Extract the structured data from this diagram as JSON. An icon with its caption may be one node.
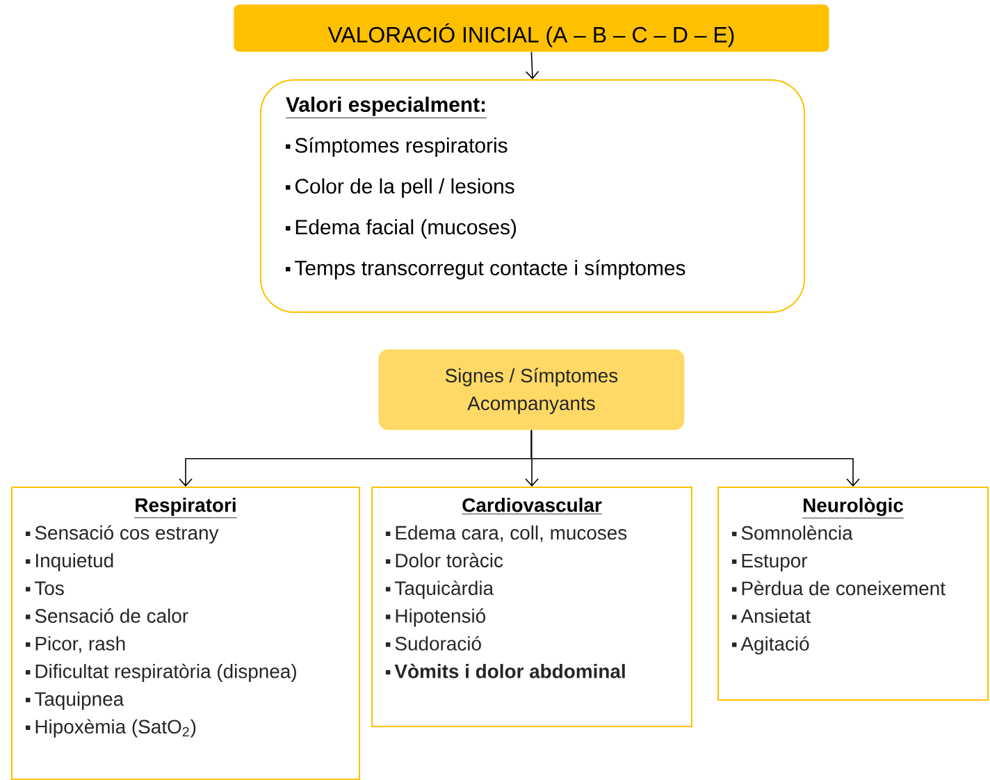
{
  "diagram": {
    "nodes": [
      {
        "text": [
          "VALORACIÓ INICIAL (A – B – C – D – E)"
        ]
      },
      {
        "text": [
          "Valori especialment:",
          "Símptomes respiratoris",
          "Color de la pell / lesions",
          "Edema facial (mucoses)",
          "Temps transcorregut contacte i símptomes"
        ]
      },
      {
        "text": [
          "Signes / Símptomes Acompanyants"
        ]
      },
      {
        "text": [
          "Respiratori",
          "Sensació cos estrany",
          "Inquietud",
          "Tos",
          "Sensació de calor",
          "Picor, rash",
          "Dificultat respiratòria (dispnea)",
          "Taquipnea",
          "Hipoxèmia (SatO$_{2}$)"
        ]
      },
      {
        "text": [
          "Cardiovascular",
          "Edema cara, coll, mucoses",
          "Dolor toràcic",
          "Taquicàrdia",
          "Hipotensió",
          "Sudoració",
          "**Vòmits i dolor abdominal**"
        ]
      },
      {
        "text": [
          "Neurològic",
          "Somnolència",
          "Estupor",
          "Pèrdua de coneixement",
          "Ansietat",
          "Agitació"
        ]
      }
    ],
    "edges": [
      {
        "from": 0,
        "to": 1,
        "arrow": "to"
      },
      {
        "from": 2,
        "to": 3,
        "arrow": "to"
      },
      {
        "from": 2,
        "to": 4,
        "arrow": "to"
      },
      {
        "from": 2,
        "to": 5,
        "arrow": "to"
      }
    ]
  }
}
